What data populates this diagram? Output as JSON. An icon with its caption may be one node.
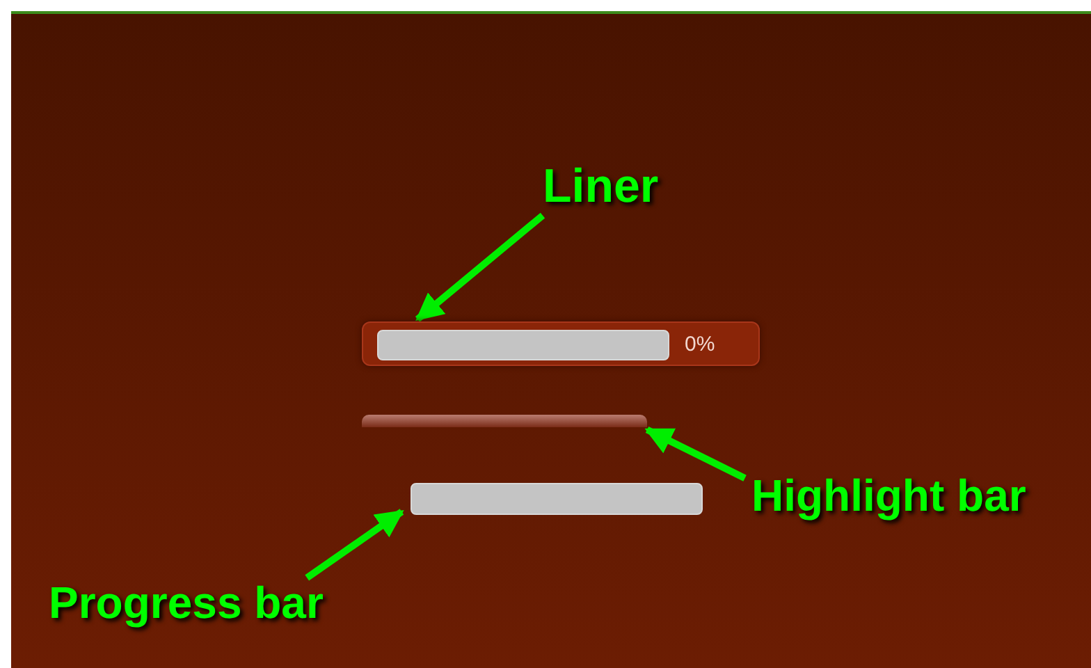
{
  "diagram": {
    "nodes": [
      {
        "text": [
          "Liner"
        ]
      },
      {
        "text": [
          "0%"
        ]
      },
      {
        "text": [],
        "shape": "bar",
        "in": 1
      },
      {
        "text": [
          "Highlight bar"
        ]
      },
      {
        "text": [],
        "shape": "bar"
      },
      {
        "text": [
          "Progress bar"
        ]
      },
      {
        "text": [],
        "shape": "bar"
      }
    ],
    "edges": [
      {
        "from": 0,
        "to": 1,
        "arrow": "to"
      },
      {
        "from": 3,
        "to": 4,
        "arrow": "to"
      },
      {
        "from": 5,
        "to": 6,
        "arrow": "to"
      }
    ]
  }
}
